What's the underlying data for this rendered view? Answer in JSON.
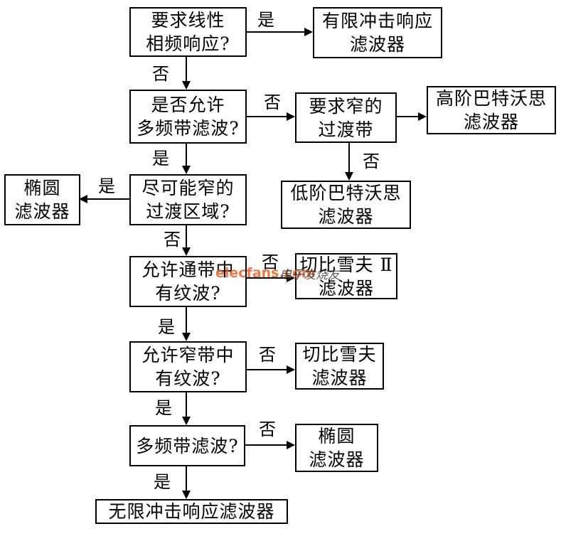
{
  "nodes": {
    "q_linear_phase": "要求线性\n相频响应?",
    "fir_filter": "有限冲击响应\n滤波器",
    "q_multiband": "是否允许\n多频带滤波?",
    "q_narrow_transition": "要求窄的\n过渡带",
    "high_order_butterworth": "高阶巴特沃思\n滤波器",
    "low_order_butterworth": "低阶巴特沃思\n滤波器",
    "elliptic_filter_1": "椭圆\n滤波器",
    "q_narrowest_transition": "尽可能窄的\n过渡区域?",
    "q_passband_ripple": "允许通带中\n有纹波?",
    "chebyshev_2": "切比雪夫 Ⅱ\n滤波器",
    "q_narrowband_ripple": "允许窄带中\n有纹波?",
    "chebyshev": "切比雪夫\n滤波器",
    "q_multiband_2": "多频带滤波?",
    "elliptic_filter_2": "椭圆\n滤波器",
    "iir_filter": "无限冲击响应滤波器"
  },
  "labels": {
    "yes": "是",
    "no": "否"
  },
  "watermark": {
    "site": "elecfans.com",
    "cn": "电子发烧友"
  }
}
